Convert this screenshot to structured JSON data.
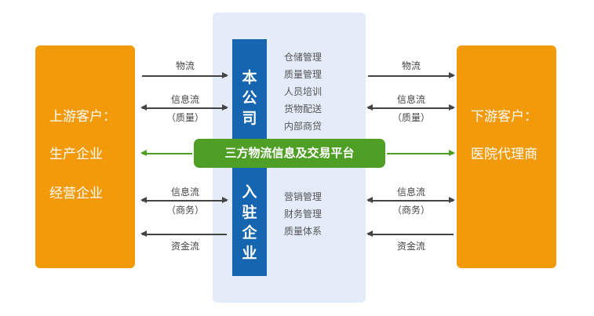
{
  "upstream": {
    "title": "上游客户：",
    "items": [
      "生产企业",
      "经营企业"
    ]
  },
  "downstream": {
    "title": "下游客户：",
    "items": [
      "医院代理商"
    ]
  },
  "company": {
    "label": [
      "本",
      "公",
      "司"
    ],
    "functions": [
      "仓储管理",
      "质量管理",
      "人员培训",
      "货物配送",
      "内部商贷"
    ]
  },
  "tenant": {
    "label": [
      "入",
      "驻",
      "企",
      "业"
    ],
    "functions": [
      "营销管理",
      "财务管理",
      "质量体系"
    ]
  },
  "platform": "三方物流信息及交易平台",
  "flows": {
    "logistics": "物流",
    "info": "信息流",
    "quality": "（质量）",
    "business": "（商务）",
    "capital": "资金流"
  },
  "colors": {
    "orange": "#f39a0b",
    "blue": "#1565b0",
    "green": "#4f9e25",
    "panel": "#e3ecf8"
  }
}
